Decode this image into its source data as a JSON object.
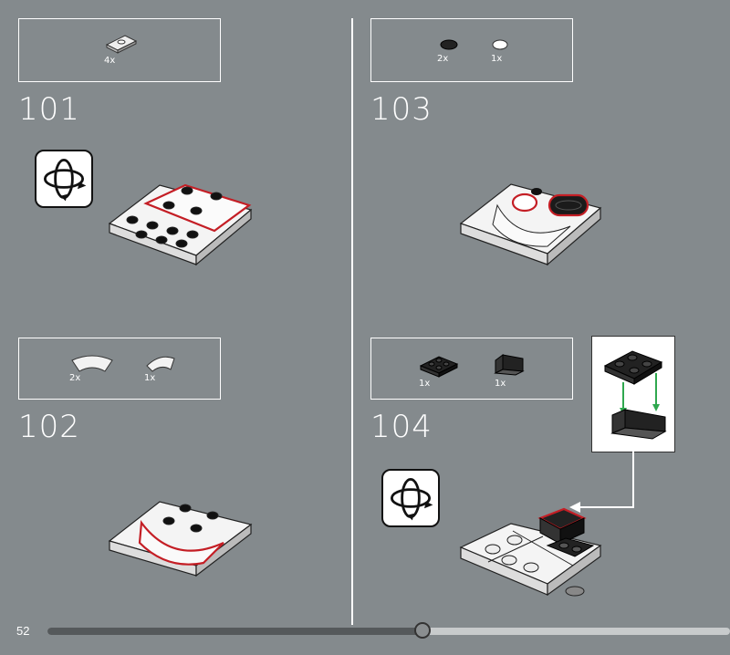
{
  "page": {
    "number": "52",
    "progress": 0.55
  },
  "colors": {
    "background": "#848a8d",
    "line": "#ffffff",
    "highlight": "#c41e25",
    "arrow_green": "#2fa84f"
  },
  "steps": [
    {
      "number": "101",
      "parts": [
        {
          "qty": "4x",
          "icon": "plate-1x2-jumper-icon"
        }
      ]
    },
    {
      "number": "102",
      "parts": [
        {
          "qty": "2x",
          "icon": "curved-tile-icon"
        },
        {
          "qty": "1x",
          "icon": "small-curved-tile-icon"
        }
      ]
    },
    {
      "number": "103",
      "parts": [
        {
          "qty": "2x",
          "icon": "round-tile-black-icon"
        },
        {
          "qty": "1x",
          "icon": "round-tile-white-icon"
        }
      ]
    },
    {
      "number": "104",
      "parts": [
        {
          "qty": "1x",
          "icon": "plate-2x2-black-icon"
        },
        {
          "qty": "1x",
          "icon": "bracket-black-icon"
        }
      ]
    }
  ],
  "icons": {
    "rotate": "rotate-model-icon"
  }
}
